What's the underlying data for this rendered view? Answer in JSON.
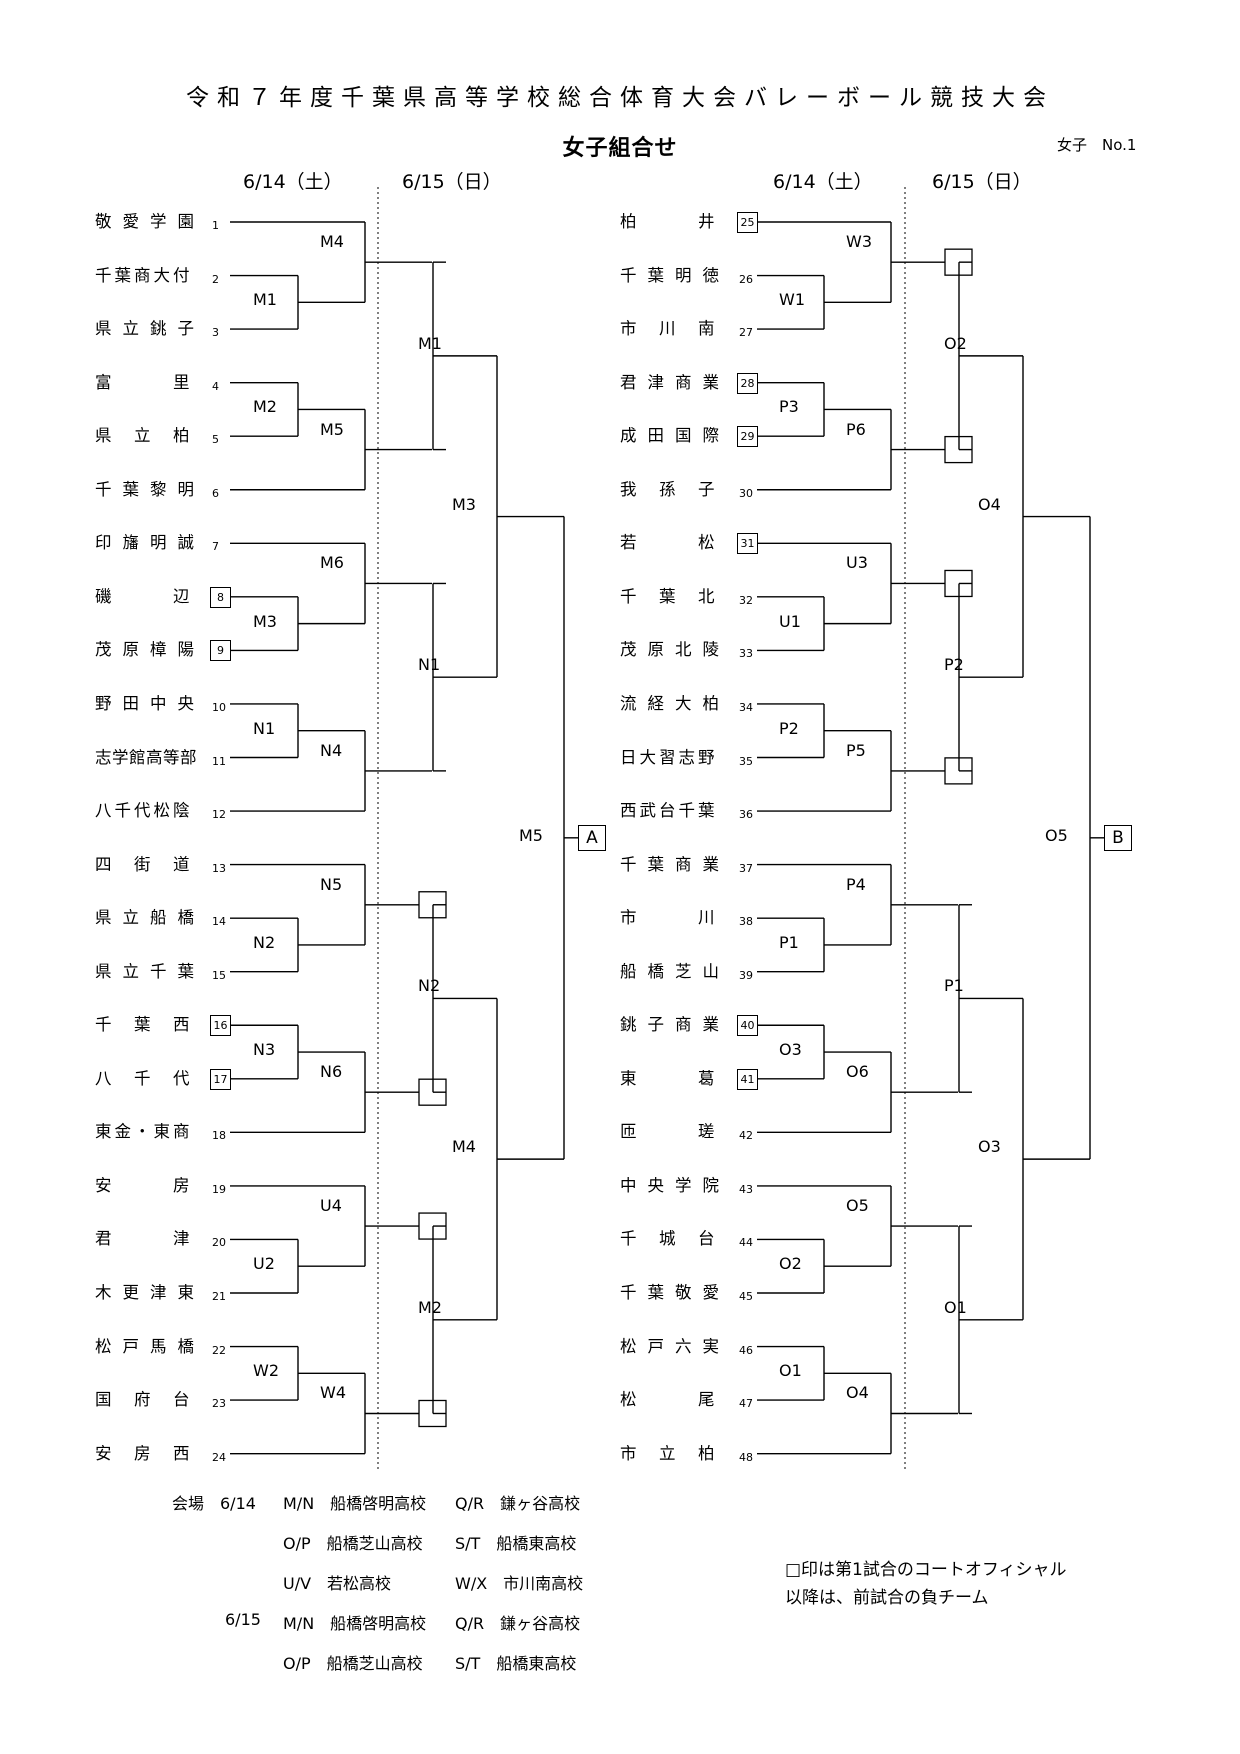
{
  "header": {
    "title": "令和７年度千葉県高等学校総合体育大会バレーボール競技大会",
    "subtitle": "女子組合せ",
    "sheet_label": "女子　No.1"
  },
  "dates": {
    "left_day1": "6/14（土）",
    "left_day2": "6/15（日）",
    "right_day1": "6/14（土）",
    "right_day2": "6/15（日）"
  },
  "left_teams": [
    {
      "name": "敬愛学園",
      "seed": "1",
      "boxed": false
    },
    {
      "name": "千葉商大付",
      "seed": "2",
      "boxed": false
    },
    {
      "name": "県立銚子",
      "seed": "3",
      "boxed": false
    },
    {
      "name": "富　　　里",
      "seed": "4",
      "boxed": false
    },
    {
      "name": "県　立　柏",
      "seed": "5",
      "boxed": false
    },
    {
      "name": "千葉黎明",
      "seed": "6",
      "boxed": false
    },
    {
      "name": "印旛明誠",
      "seed": "7",
      "boxed": false
    },
    {
      "name": "磯　　　辺",
      "seed": "8",
      "boxed": true
    },
    {
      "name": "茂原樟陽",
      "seed": "9",
      "boxed": true
    },
    {
      "name": "野田中央",
      "seed": "10",
      "boxed": false
    },
    {
      "name": "志学館高等部",
      "seed": "11",
      "boxed": false
    },
    {
      "name": "八千代松陰",
      "seed": "12",
      "boxed": false
    },
    {
      "name": "四　街　道",
      "seed": "13",
      "boxed": false
    },
    {
      "name": "県立船橋",
      "seed": "14",
      "boxed": false
    },
    {
      "name": "県立千葉",
      "seed": "15",
      "boxed": false
    },
    {
      "name": "千　葉　西",
      "seed": "16",
      "boxed": true
    },
    {
      "name": "八　千　代",
      "seed": "17",
      "boxed": true
    },
    {
      "name": "東金・東商",
      "seed": "18",
      "boxed": false
    },
    {
      "name": "安　　　房",
      "seed": "19",
      "boxed": false
    },
    {
      "name": "君　　　津",
      "seed": "20",
      "boxed": false
    },
    {
      "name": "木更津東",
      "seed": "21",
      "boxed": false
    },
    {
      "name": "松戸馬橋",
      "seed": "22",
      "boxed": false
    },
    {
      "name": "国　府　台",
      "seed": "23",
      "boxed": false
    },
    {
      "name": "安　房　西",
      "seed": "24",
      "boxed": false
    }
  ],
  "right_teams": [
    {
      "name": "柏　　　井",
      "seed": "25",
      "boxed": true
    },
    {
      "name": "千葉明徳",
      "seed": "26",
      "boxed": false
    },
    {
      "name": "市　川　南",
      "seed": "27",
      "boxed": false
    },
    {
      "name": "君津商業",
      "seed": "28",
      "boxed": true
    },
    {
      "name": "成田国際",
      "seed": "29",
      "boxed": true
    },
    {
      "name": "我　孫　子",
      "seed": "30",
      "boxed": false
    },
    {
      "name": "若　　　松",
      "seed": "31",
      "boxed": true
    },
    {
      "name": "千　葉　北",
      "seed": "32",
      "boxed": false
    },
    {
      "name": "茂原北陵",
      "seed": "33",
      "boxed": false
    },
    {
      "name": "流経大柏",
      "seed": "34",
      "boxed": false
    },
    {
      "name": "日大習志野",
      "seed": "35",
      "boxed": false
    },
    {
      "name": "西武台千葉",
      "seed": "36",
      "boxed": false
    },
    {
      "name": "千葉商業",
      "seed": "37",
      "boxed": false
    },
    {
      "name": "市　　　川",
      "seed": "38",
      "boxed": false
    },
    {
      "name": "船橋芝山",
      "seed": "39",
      "boxed": false
    },
    {
      "name": "銚子商業",
      "seed": "40",
      "boxed": true
    },
    {
      "name": "東　　　葛",
      "seed": "41",
      "boxed": true
    },
    {
      "name": "匝　　　瑳",
      "seed": "42",
      "boxed": false
    },
    {
      "name": "中央学院",
      "seed": "43",
      "boxed": false
    },
    {
      "name": "千　城　台",
      "seed": "44",
      "boxed": false
    },
    {
      "name": "千葉敬愛",
      "seed": "45",
      "boxed": false
    },
    {
      "name": "松戸六実",
      "seed": "46",
      "boxed": false
    },
    {
      "name": "松　　　尾",
      "seed": "47",
      "boxed": false
    },
    {
      "name": "市　立　柏",
      "seed": "48",
      "boxed": false
    }
  ],
  "left_labels": {
    "r1": [
      "M1",
      "M2",
      "M3",
      "N1",
      "N2",
      "N3",
      "U2",
      "W2"
    ],
    "r2": [
      "M4",
      "M5",
      "M6",
      "N4",
      "N5",
      "N6",
      "U4",
      "W4"
    ],
    "r3": [
      "M1",
      "N1",
      "N2",
      "M2"
    ],
    "r4": [
      "M3",
      "M4"
    ],
    "r5": "M5",
    "final_box": "A"
  },
  "right_labels": {
    "r1": [
      "W1",
      "P3",
      "U1",
      "P2",
      "P1",
      "O3",
      "O2",
      "O1"
    ],
    "r2": [
      "W3",
      "P6",
      "U3",
      "P5",
      "P4",
      "O6",
      "O5",
      "O4"
    ],
    "r3": [
      "O2",
      "P2",
      "P1",
      "O1"
    ],
    "r4": [
      "O4",
      "O3"
    ],
    "r5": "O5",
    "final_box": "B"
  },
  "venues": [
    {
      "date": "会場　6/14",
      "a": "M/N　船橋啓明高校",
      "b": "Q/R　鎌ヶ谷高校"
    },
    {
      "date": "",
      "a": "O/P　船橋芝山高校",
      "b": "S/T　船橋東高校"
    },
    {
      "date": "",
      "a": "U/V　若松高校",
      "b": "W/X　市川南高校"
    },
    {
      "date": "6/15",
      "a": "M/N　船橋啓明高校",
      "b": "Q/R　鎌ヶ谷高校"
    },
    {
      "date": "",
      "a": "O/P　船橋芝山高校",
      "b": "S/T　船橋東高校"
    }
  ],
  "note": {
    "line1": "□印は第1試合のコートオフィシャル",
    "line2": "以降は、前試合の負チーム"
  }
}
